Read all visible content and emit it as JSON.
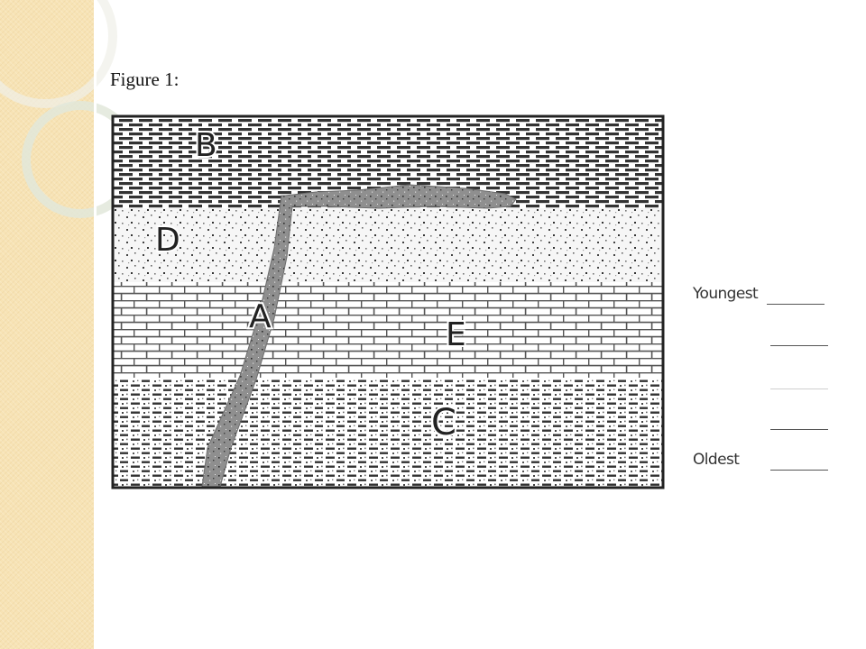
{
  "figure": {
    "title": "Figure 1:"
  },
  "diagram": {
    "layers": [
      {
        "id": "B",
        "label": "B",
        "pattern": "dashes"
      },
      {
        "id": "D",
        "label": "D",
        "pattern": "dots"
      },
      {
        "id": "E",
        "label": "E",
        "pattern": "bricks"
      },
      {
        "id": "C",
        "label": "C",
        "pattern": "dashes-dots"
      }
    ],
    "intrusion": {
      "id": "A",
      "label": "A"
    }
  },
  "answer_key": {
    "rows": [
      {
        "label": "Youngest",
        "blank": "______"
      },
      {
        "label": "",
        "blank": "______"
      },
      {
        "label": "",
        "blank": "______"
      },
      {
        "label": "",
        "blank": "______"
      },
      {
        "label": "Oldest",
        "blank": "______"
      }
    ]
  },
  "colors": {
    "side_band": "#f7e3b5",
    "intrusion_fill": "#8f8f8f",
    "outline": "#222222"
  }
}
